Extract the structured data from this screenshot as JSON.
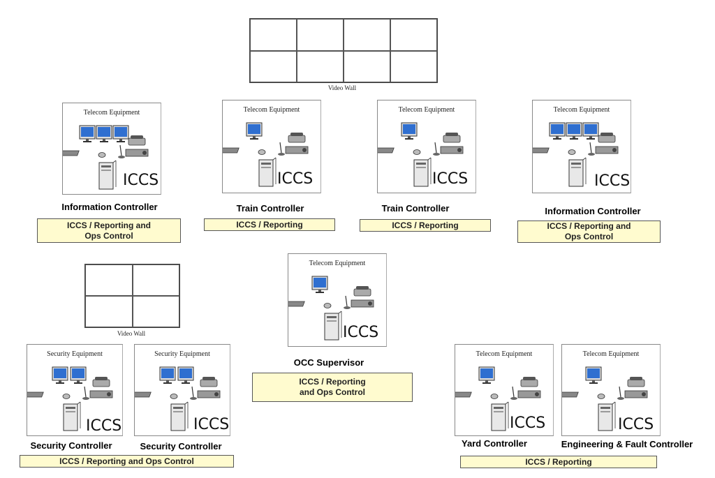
{
  "video_wall_top": {
    "label": "Video Wall"
  },
  "video_wall_left": {
    "label": "Video Wall"
  },
  "ws1": {
    "title": "Telecom Equipment",
    "iccs": "ICCS",
    "role": "Information Controller",
    "box_line1": "ICCS / Reporting and",
    "box_line2": "Ops Control"
  },
  "ws2": {
    "title": "Telecom Equipment",
    "iccs": "ICCS",
    "role": "Train Controller",
    "box_line1": "ICCS / Reporting"
  },
  "ws3": {
    "title": "Telecom Equipment",
    "iccs": "ICCS",
    "role": "Train Controller",
    "box_line1": "ICCS / Reporting"
  },
  "ws4": {
    "title": "Telecom Equipment",
    "iccs": "ICCS",
    "role": "Information Controller",
    "box_line1": "ICCS / Reporting and",
    "box_line2": "Ops Control"
  },
  "occ": {
    "title": "Telecom Equipment",
    "iccs": "ICCS",
    "role": "OCC Supervisor",
    "box_line1": "ICCS / Reporting",
    "box_line2": "and Ops Control"
  },
  "sec1": {
    "title": "Security Equipment",
    "iccs": "ICCS",
    "role": "Security Controller"
  },
  "sec2": {
    "title": "Security Equipment",
    "iccs": "ICCS",
    "role": "Security Controller"
  },
  "security_box": "ICCS / Reporting and Ops Control",
  "yard": {
    "title": "Telecom Equipment",
    "iccs": "ICCS",
    "role": "Yard Controller"
  },
  "eng": {
    "title": "Telecom Equipment",
    "iccs": "ICCS",
    "role": "Engineering & Fault Controller"
  },
  "yard_eng_box": "ICCS / Reporting",
  "colors": {
    "box_fill": "#fffbcf",
    "monitor_screen": "#2f6fd0",
    "outline": "#444444"
  }
}
